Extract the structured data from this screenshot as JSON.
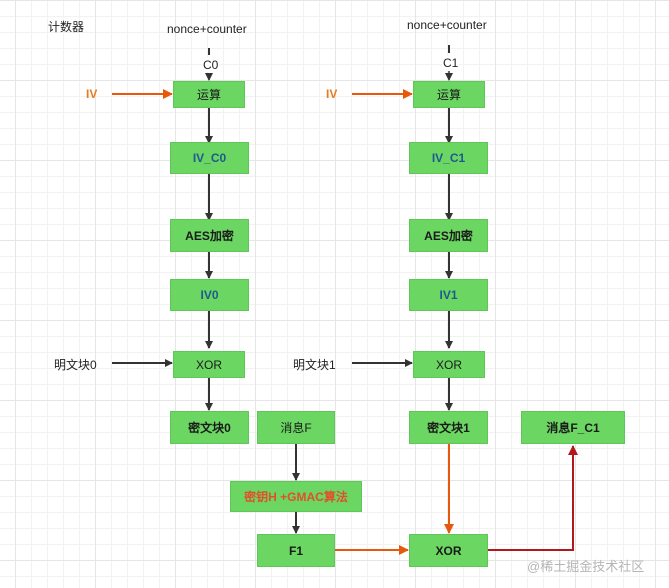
{
  "diagram": {
    "title_label": "计数器",
    "left_column": {
      "source": "nonce+counter",
      "counter_label": "C0",
      "iv_label": "IV",
      "op_box": "运算",
      "iv_counter_box": "IV_C0",
      "aes_box": "AES加密",
      "iv_out_box": "IV0",
      "plaintext_label": "明文块0",
      "xor_box": "XOR",
      "cipher_box": "密文块0"
    },
    "right_column": {
      "source": "nonce+counter",
      "counter_label": "C1",
      "iv_label": "IV",
      "op_box": "运算",
      "iv_counter_box": "IV_C1",
      "aes_box": "AES加密",
      "iv_out_box": "IV1",
      "plaintext_label": "明文块1",
      "xor_box": "XOR",
      "cipher_box": "密文块1"
    },
    "auth": {
      "message_box": "消息F",
      "gmac_box": "密钥H +GMAC算法",
      "f1_box": "F1",
      "xor_box": "XOR",
      "result_box": "消息F_C1"
    },
    "colors": {
      "box_fill": "#6bd662",
      "dark_arrow": "#333333",
      "orange_arrow": "#e8580c",
      "red_arrow": "#b3161c",
      "iv_text": "#e87a1c",
      "blue_text": "#1f5a8f"
    },
    "watermark": "@稀土掘金技术社区"
  }
}
